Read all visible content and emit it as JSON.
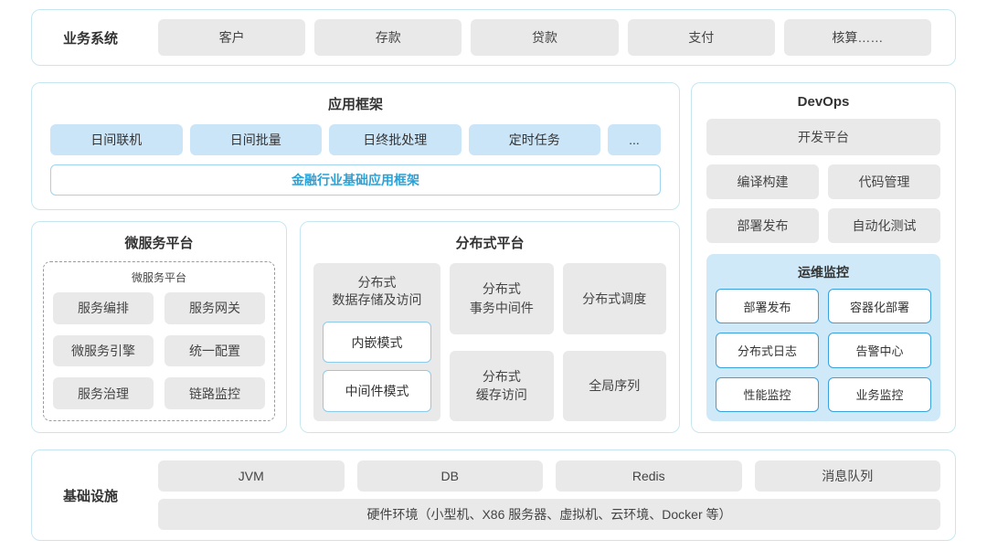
{
  "business_systems": {
    "label": "业务系统",
    "items": [
      "客户",
      "存款",
      "贷款",
      "支付",
      "核算……"
    ]
  },
  "app_framework": {
    "title": "应用框架",
    "items": [
      "日间联机",
      "日间批量",
      "日终批处理",
      "定时任务",
      "..."
    ],
    "base": "金融行业基础应用框架"
  },
  "microservice_platform": {
    "title": "微服务平台",
    "inner_title": "微服务平台",
    "items": [
      "服务编排",
      "服务网关",
      "微服务引擎",
      "统一配置",
      "服务治理",
      "链路监控"
    ]
  },
  "distributed_platform": {
    "title": "分布式平台",
    "storage": {
      "title": "分布式\n数据存储及访问",
      "modes": [
        "内嵌模式",
        "中间件模式"
      ]
    },
    "col2": [
      "分布式\n事务中间件",
      "分布式\n缓存访问"
    ],
    "col3": [
      "分布式调度",
      "全局序列"
    ]
  },
  "devops": {
    "title": "DevOps",
    "dev_platform": "开发平台",
    "items": [
      "编译构建",
      "代码管理",
      "部署发布",
      "自动化测试"
    ],
    "monitoring": {
      "title": "运维监控",
      "items": [
        "部署发布",
        "容器化部署",
        "分布式日志",
        "告警中心",
        "性能监控",
        "业务监控"
      ]
    }
  },
  "infrastructure": {
    "label": "基础设施",
    "items": [
      "JVM",
      "DB",
      "Redis",
      "消息队列"
    ],
    "hardware": "硬件环境（小型机、X86 服务器、虚拟机、云环境、Docker 等）"
  },
  "colors": {
    "panel_border": "#c6e7f1",
    "gray_box": "#e9e9e9",
    "blue_box": "#cbe5f8",
    "accent_blue_text": "#29a2d8",
    "monitor_bg": "#cfe9f8",
    "monitor_border": "#39a1dd"
  }
}
